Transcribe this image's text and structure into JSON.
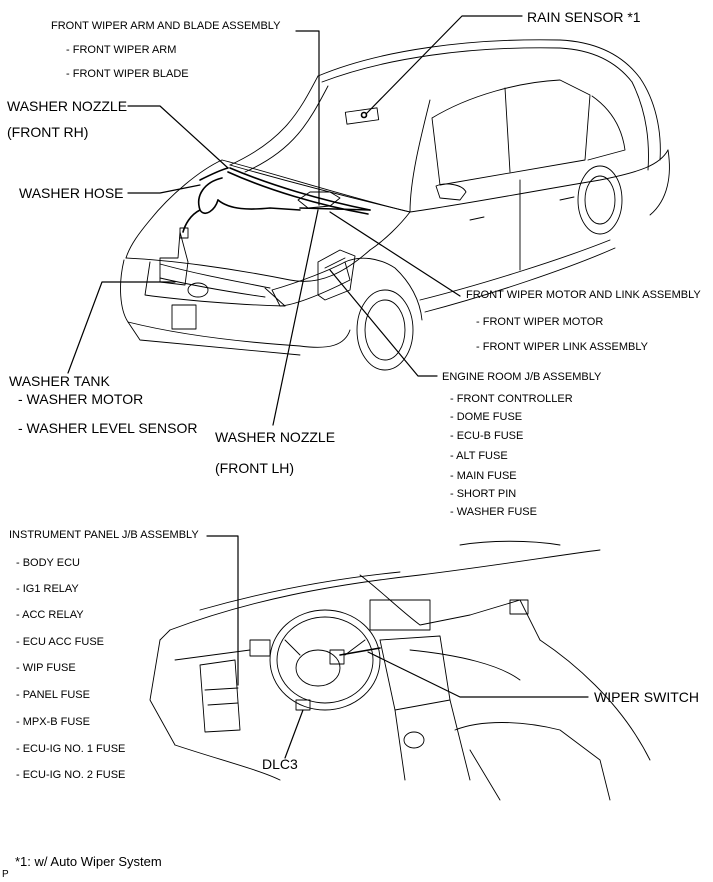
{
  "callouts": {
    "front_wiper_arm_blade": {
      "title": "FRONT WIPER ARM AND BLADE ASSEMBLY",
      "items": [
        "- FRONT WIPER ARM",
        "- FRONT WIPER BLADE"
      ]
    },
    "rain_sensor": {
      "title": "RAIN SENSOR *1"
    },
    "washer_nozzle_rh": {
      "line1": "WASHER NOZZLE",
      "line2": "(FRONT RH)"
    },
    "washer_hose": {
      "title": "WASHER HOSE"
    },
    "front_wiper_motor_link": {
      "title": "FRONT WIPER MOTOR AND LINK ASSEMBLY",
      "items": [
        "- FRONT WIPER MOTOR",
        "- FRONT WIPER LINK ASSEMBLY"
      ]
    },
    "engine_room_jb": {
      "title": "ENGINE ROOM J/B ASSEMBLY",
      "items": [
        "- FRONT CONTROLLER",
        "- DOME FUSE",
        "- ECU-B FUSE",
        "- ALT FUSE",
        "- MAIN FUSE",
        "- SHORT PIN",
        "- WASHER FUSE"
      ]
    },
    "washer_tank": {
      "title": "WASHER TANK",
      "items": [
        "- WASHER MOTOR",
        "- WASHER LEVEL SENSOR"
      ]
    },
    "washer_nozzle_lh": {
      "line1": "WASHER NOZZLE",
      "line2": "(FRONT LH)"
    },
    "instrument_panel_jb": {
      "title": "INSTRUMENT PANEL J/B ASSEMBLY",
      "items": [
        "- BODY ECU",
        "- IG1 RELAY",
        "- ACC RELAY",
        "- ECU ACC FUSE",
        "- WIP FUSE",
        "- PANEL FUSE",
        "- MPX-B FUSE",
        "- ECU-IG NO. 1 FUSE",
        "- ECU-IG NO. 2 FUSE"
      ]
    },
    "wiper_switch": {
      "title": "WIPER SWITCH"
    },
    "dlc3": {
      "title": "DLC3"
    }
  },
  "footnote": "*1: w/ Auto Wiper System",
  "corner_mark": "P"
}
